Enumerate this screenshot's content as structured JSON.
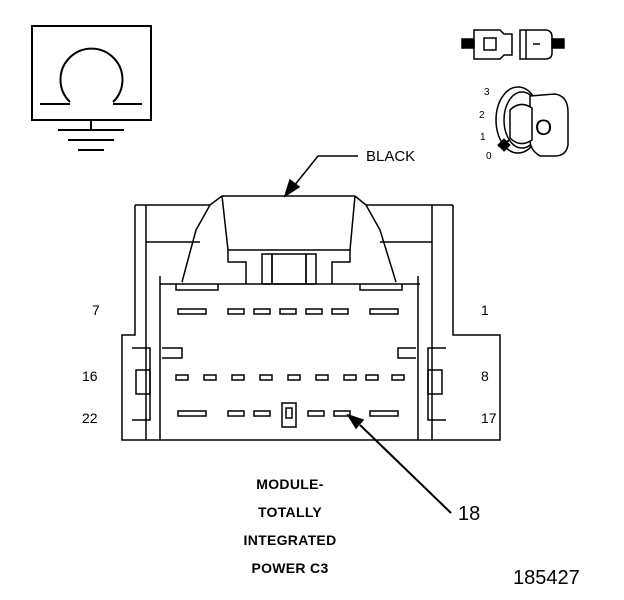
{
  "connector_color_label": "BLACK",
  "pin_labels": {
    "top_left": "7",
    "top_right": "1",
    "mid_left": "16",
    "mid_right": "8",
    "bottom_left": "22",
    "bottom_right": "17"
  },
  "callout_label": "18",
  "caption_lines": [
    "MODULE-",
    "TOTALLY",
    "INTEGRATED",
    "POWER C3"
  ],
  "figure_id": "185427",
  "ignition_key": {
    "positions": [
      "3",
      "2",
      "1",
      "0"
    ],
    "key_label": "O"
  }
}
